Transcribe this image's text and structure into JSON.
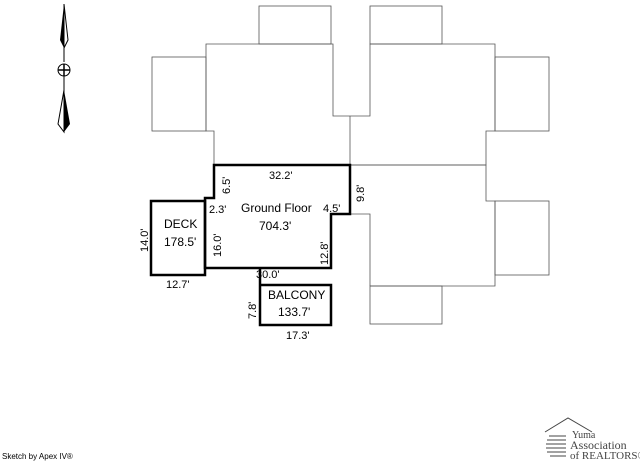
{
  "areas": {
    "ground_floor": {
      "name": "Ground Floor",
      "area": "704.3'"
    },
    "deck": {
      "name": "DECK",
      "area": "178.5'"
    },
    "balcony": {
      "name": "BALCONY",
      "area": "133.7'"
    }
  },
  "dimensions": {
    "top": "32.2'",
    "left_upper": "6.5'",
    "right_top": "9.8'",
    "left_notch": "2.3'",
    "right_notch": "4.5'",
    "inner_left": "16.0'",
    "right_lower": "12.8'",
    "bottom": "30.0'",
    "deck_height": "14.0'",
    "deck_bottom": "12.7'",
    "balcony_height": "7.8'",
    "balcony_bottom": "17.3'"
  },
  "footer": {
    "credit": "Sketch by Apex IV®"
  },
  "logo": {
    "line1": "Yuma",
    "line2": "Association",
    "line3": "of REALTORS®"
  },
  "icons": {
    "north_arrow": "north-arrow-icon",
    "logo_house": "house-roof-icon"
  }
}
